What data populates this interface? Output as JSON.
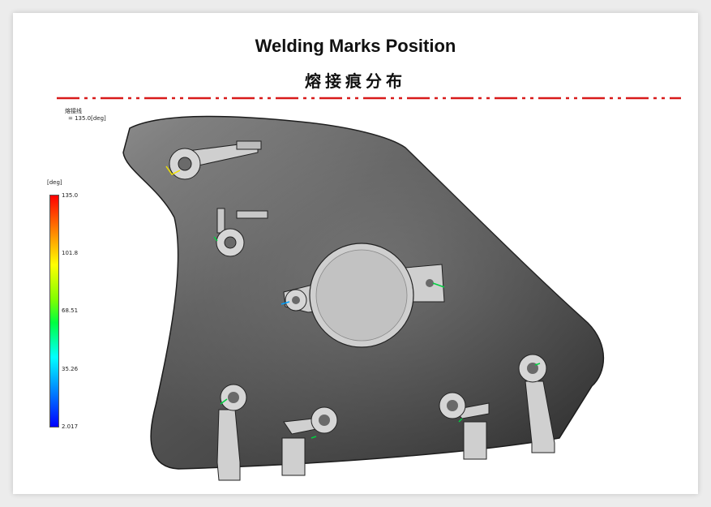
{
  "slide": {
    "title": "Welding Marks Position",
    "subtitle": "熔接痕分布"
  },
  "result": {
    "name": "熔接线",
    "value": "= 135.0[deg]"
  },
  "legend": {
    "unit": "[deg]",
    "ticks": [
      "135.0",
      "101.8",
      "68.51",
      "35.26",
      "2.017"
    ],
    "scale_colors": [
      "#ff0000",
      "#ffff00",
      "#00ff40",
      "#00ffff",
      "#0000ff"
    ]
  },
  "colors": {
    "divider": "#d81b1b",
    "part": "#4a4a4a",
    "boss": "#d0d0d0"
  }
}
